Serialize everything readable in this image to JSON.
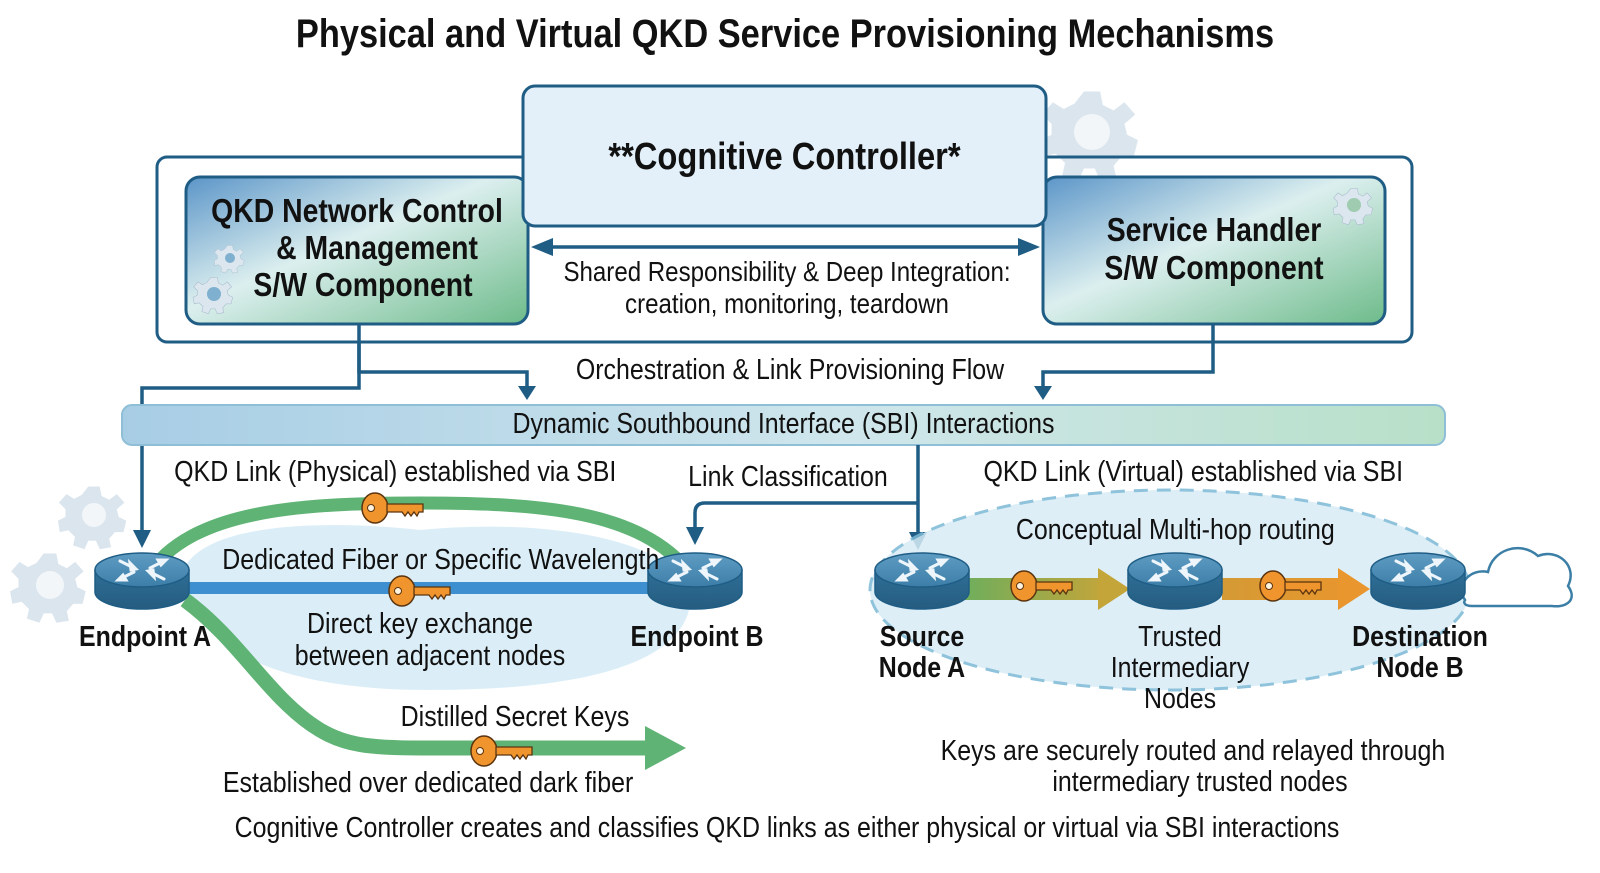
{
  "title": "Physical and Virtual QKD Service Provisioning Mechanisms",
  "controller": {
    "label": "**Cognitive Controller*"
  },
  "components": {
    "qkd_network": {
      "lines": [
        "QKD Network Control",
        "& Management",
        "S/W Component"
      ]
    },
    "service_handler": {
      "lines": [
        "Service Handler",
        "S/W Component"
      ]
    }
  },
  "integration": {
    "line1": "Shared Responsibility & Deep Integration:",
    "line2": "creation, monitoring, teardown"
  },
  "flow_label": "Orchestration & Link Provisioning Flow",
  "sbi_bar_label": "Dynamic Southbound Interface (SBI) Interactions",
  "physical": {
    "heading": "QKD Link (Physical) established via SBI",
    "fiber_label": "Dedicated Fiber or Specific Wavelength",
    "exchange_line1": "Direct key exchange",
    "exchange_line2": "between adjacent nodes",
    "endpoint_a": "Endpoint A",
    "endpoint_b": "Endpoint B",
    "distilled_label": "Distilled Secret Keys",
    "dark_fiber_label": "Established over dedicated dark fiber"
  },
  "classification_label": "Link Classification",
  "virtual": {
    "heading": "QKD Link (Virtual) established via SBI",
    "multihop_label": "Conceptual Multi-hop routing",
    "source_line1": "Source",
    "source_line2": "Node A",
    "trusted_line1": "Trusted",
    "trusted_line2": "Intermediary",
    "trusted_line3": "Nodes",
    "dest_line1": "Destination",
    "dest_line2": "Node B",
    "relay_line1": "Keys are securely routed and relayed through",
    "relay_line2": "intermediary trusted nodes"
  },
  "footer": "Cognitive Controller creates and classifies QKD links as either physical or virtual via SBI interactions",
  "colors": {
    "frame_blue": "#1f5d85",
    "router_blue": "#3b7ea6",
    "fiber_green": "#5fb475",
    "fiber_blue": "#3d8fcf",
    "key_orange": "#f0952d",
    "relay_olive": "#b9a53a",
    "cloud_light": "#dfeef8",
    "sbi_start": "#a9cfe6",
    "sbi_end": "#b9e1cb"
  }
}
